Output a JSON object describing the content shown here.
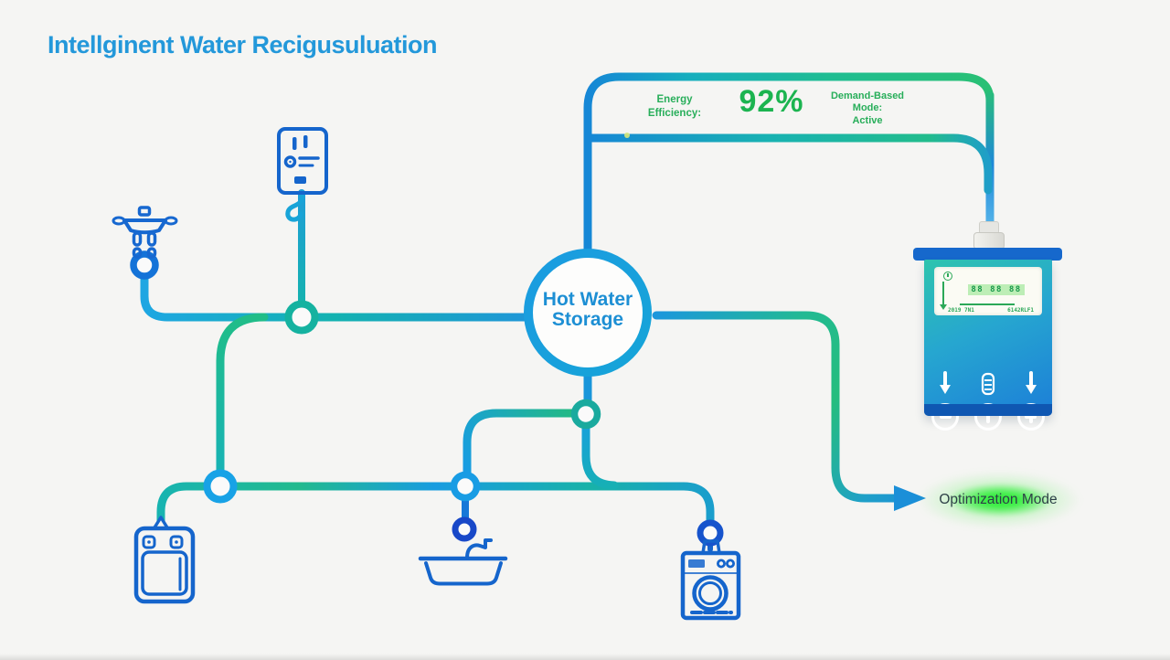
{
  "title": "Intellginent Water Recigusuluation",
  "energy_panel": {
    "eff_line1": "Energy",
    "eff_line2": "Efficiency:",
    "value": "92%",
    "mode_line1": "Demand-Based",
    "mode_line2": "Mode:",
    "mode_line3": "Active"
  },
  "storage": {
    "line1": "Hot Water",
    "line2": "Storage"
  },
  "controller": {
    "display_main": "88 88 88",
    "footer_left": "2019 7N1",
    "footer_right": "6142RLF1"
  },
  "optimization": {
    "label": "Optimization Mode"
  },
  "colors": {
    "title_blue": "#2398da",
    "pipe_blue": "#1b8fd8",
    "pipe_teal": "#16b2ac",
    "pipe_green": "#27bd7e",
    "icon_blue": "#1565cc",
    "text_green": "#28ae5a",
    "value_green": "#1cb450",
    "glow_green": "#35ee3f",
    "panel_cap_blue": "#1668cc",
    "screen_green": "#2ba858",
    "label_dark": "#2e4047",
    "background": "#f5f5f3"
  },
  "icon_names": [
    "shower-head-icon",
    "tankless-heater-icon",
    "storage-tank-icon",
    "boiler-icon",
    "bathtub-icon",
    "washing-machine-icon",
    "controller-icon",
    "clock-icon",
    "screen-down-arrow-icon",
    "down-arrow-icon",
    "water-column-icon",
    "minus-icon",
    "power-icon",
    "plus-icon",
    "flow-arrow-icon",
    "valve-icon"
  ]
}
